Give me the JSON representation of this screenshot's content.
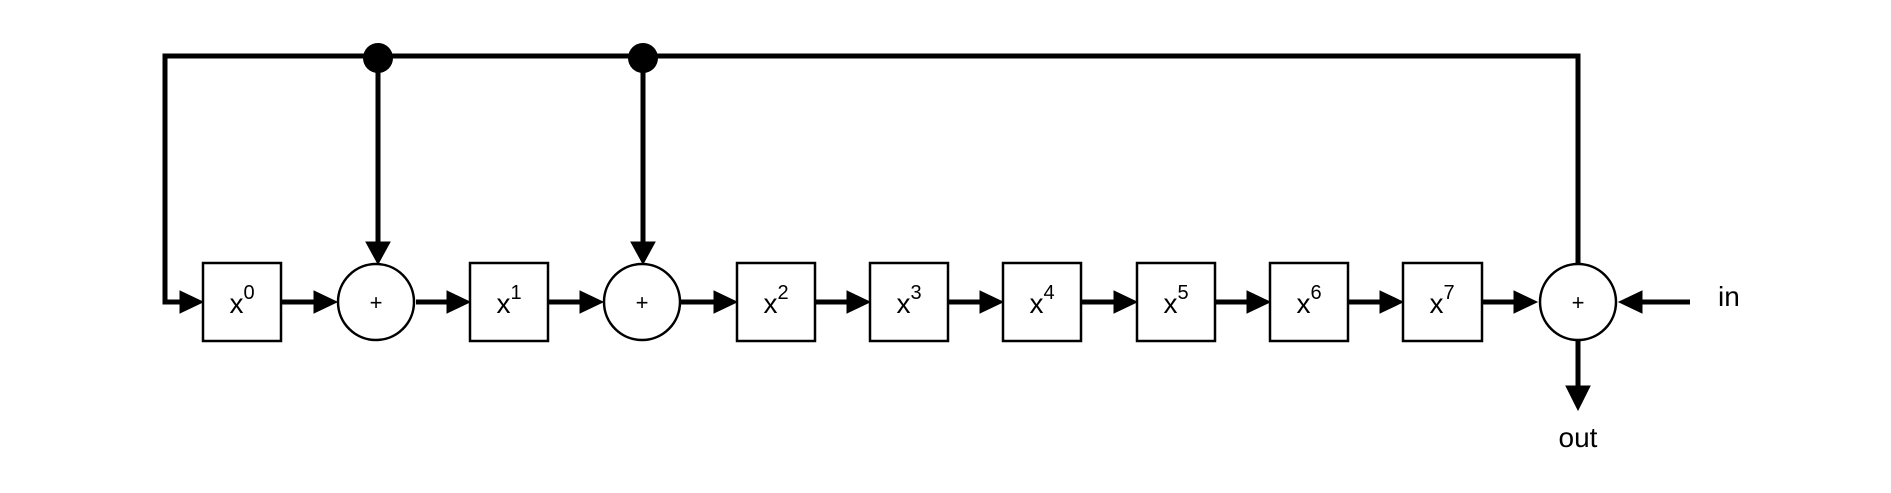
{
  "registers": [
    {
      "base": "x",
      "exp": "0"
    },
    {
      "base": "x",
      "exp": "1"
    },
    {
      "base": "x",
      "exp": "2"
    },
    {
      "base": "x",
      "exp": "3"
    },
    {
      "base": "x",
      "exp": "4"
    },
    {
      "base": "x",
      "exp": "5"
    },
    {
      "base": "x",
      "exp": "6"
    },
    {
      "base": "x",
      "exp": "7"
    }
  ],
  "adders": [
    {
      "symbol": "+"
    },
    {
      "symbol": "+"
    },
    {
      "symbol": "+"
    }
  ],
  "io": {
    "input_label": "in",
    "output_label": "out"
  }
}
